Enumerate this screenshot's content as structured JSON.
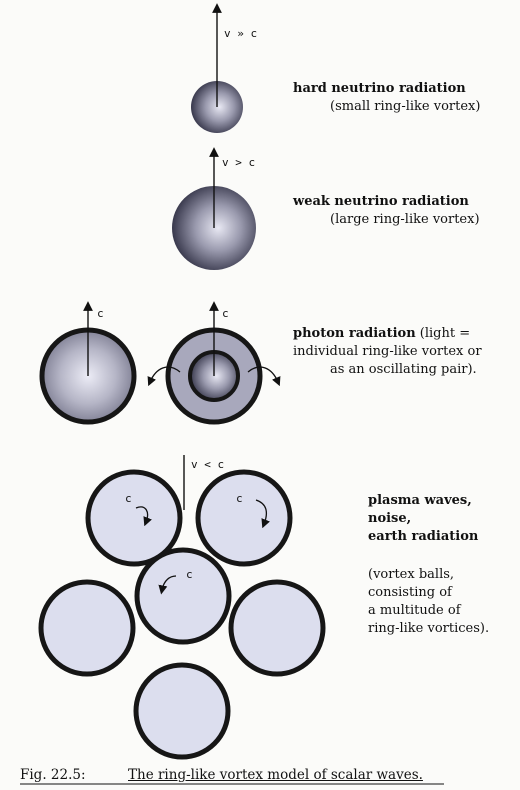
{
  "rows": [
    {
      "velocity": "v » c",
      "title": "hard neutrino radiation",
      "desc": "(small ring-like vortex)"
    },
    {
      "velocity": "v > c",
      "title": "weak neutrino radiation",
      "desc": "(large ring-like vortex)"
    },
    {
      "velocity_left": "c",
      "velocity_right": "c",
      "title": "photon radiation",
      "title_rest": " (light =",
      "desc_line1": "individual ring-like vortex or",
      "desc_line2": "as an oscillating pair)."
    },
    {
      "velocity": "v < c",
      "vortex_labels": [
        "c",
        "c",
        "c"
      ],
      "title_line1": "plasma waves,",
      "title_line2": "noise,",
      "title_line3": "earth radiation",
      "desc_line1": "(vortex balls,",
      "desc_line2": "consisting of",
      "desc_line3": "a multitude of",
      "desc_line4": "ring-like vortices)."
    }
  ],
  "caption": {
    "number": "Fig. 22.5:",
    "text": "The ring-like vortex model of scalar waves."
  },
  "colors": {
    "sphere_dark": "#2a2a3a",
    "sphere_light": "#e6e6f2",
    "ring_fill": "#dcdeee",
    "ring_stroke": "#161616"
  }
}
